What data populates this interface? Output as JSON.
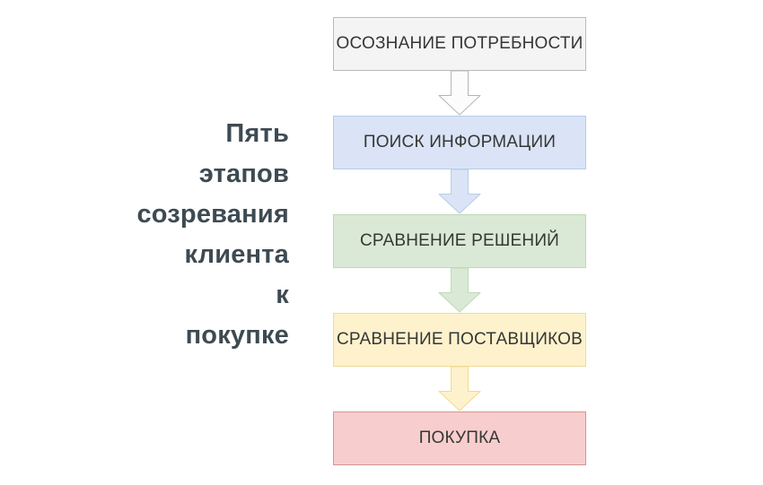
{
  "title": {
    "lines": [
      "Пять",
      "этапов",
      "созревания",
      "клиента",
      "к",
      "покупке"
    ],
    "color": "#3e4a52"
  },
  "flow": {
    "label_color": "#363636",
    "steps": [
      {
        "label": "ОСОЗНАНИЕ ПОТРЕБНОСТИ",
        "fill": "#f4f4f4",
        "border": "#b8bbbd",
        "arrow_fill": "#fcfcfc",
        "arrow_border": "#b3b6b8"
      },
      {
        "label": "ПОИСК ИНФОРМАЦИИ",
        "fill": "#dae4f6",
        "border": "#b9cbe8",
        "arrow_fill": "#dae4f6",
        "arrow_border": "#b9cbe8"
      },
      {
        "label": "СРАВНЕНИЕ РЕШЕНИЙ",
        "fill": "#dae9d5",
        "border": "#bfd9b4",
        "arrow_fill": "#dae9d5",
        "arrow_border": "#bfd9b4"
      },
      {
        "label": "СРАВНЕНИЕ ПОСТАВЩИКОВ",
        "fill": "#fdf2cc",
        "border": "#f1da93",
        "arrow_fill": "#fdf2cc",
        "arrow_border": "#f1da93"
      },
      {
        "label": "ПОКУПКА",
        "fill": "#f7cecd",
        "border": "#d49593",
        "arrow_fill": "",
        "arrow_border": ""
      }
    ]
  }
}
